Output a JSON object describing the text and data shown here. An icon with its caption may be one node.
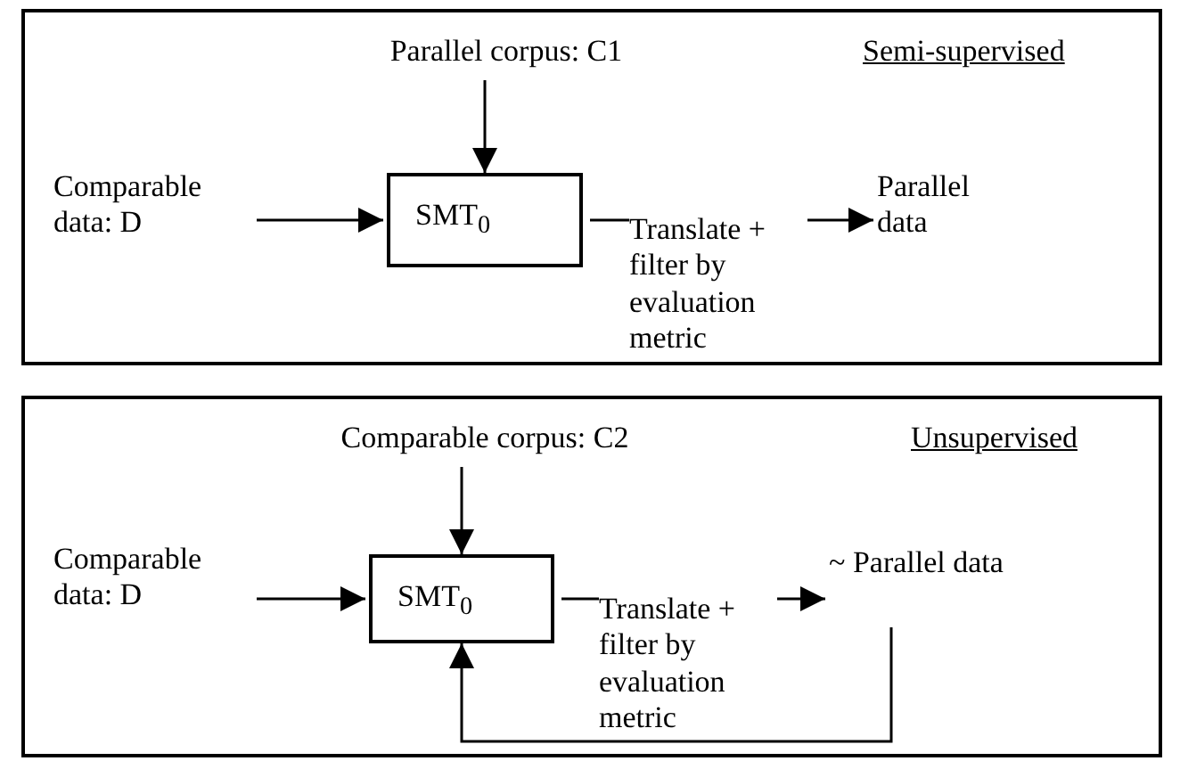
{
  "diagram": {
    "nodes": [
      {
        "text": [
          "Semi-supervised"
        ]
      },
      {
        "text": [
          "Parallel corpus: C1"
        ],
        "in": 0
      },
      {
        "text": [
          "Comparable data: D"
        ],
        "in": 0
      },
      {
        "text": [
          "SMT$_{0}$"
        ],
        "in": 0
      },
      {
        "text": [
          "Parallel data"
        ],
        "in": 0
      },
      {
        "text": [
          "Unsupervised"
        ]
      },
      {
        "text": [
          "Comparable corpus: C2"
        ],
        "in": 5
      },
      {
        "text": [
          "Comparable data: D"
        ],
        "in": 5
      },
      {
        "text": [
          "SMT$_{0}$"
        ],
        "in": 5
      },
      {
        "text": [
          "~ Parallel data"
        ],
        "in": 5
      }
    ],
    "edges": [
      {
        "from": 1,
        "to": 3,
        "arrow": "to"
      },
      {
        "from": 2,
        "to": 3,
        "arrow": "to"
      },
      {
        "from": 3,
        "to": 4,
        "arrow": "to",
        "label": "Translate + filter by evaluation metric"
      },
      {
        "from": 6,
        "to": 8,
        "arrow": "to"
      },
      {
        "from": 7,
        "to": 8,
        "arrow": "to"
      },
      {
        "from": 8,
        "to": 9,
        "arrow": "to",
        "label": "Translate + filter by evaluation metric"
      },
      {
        "from": 9,
        "to": 8,
        "arrow": "to"
      }
    ]
  }
}
